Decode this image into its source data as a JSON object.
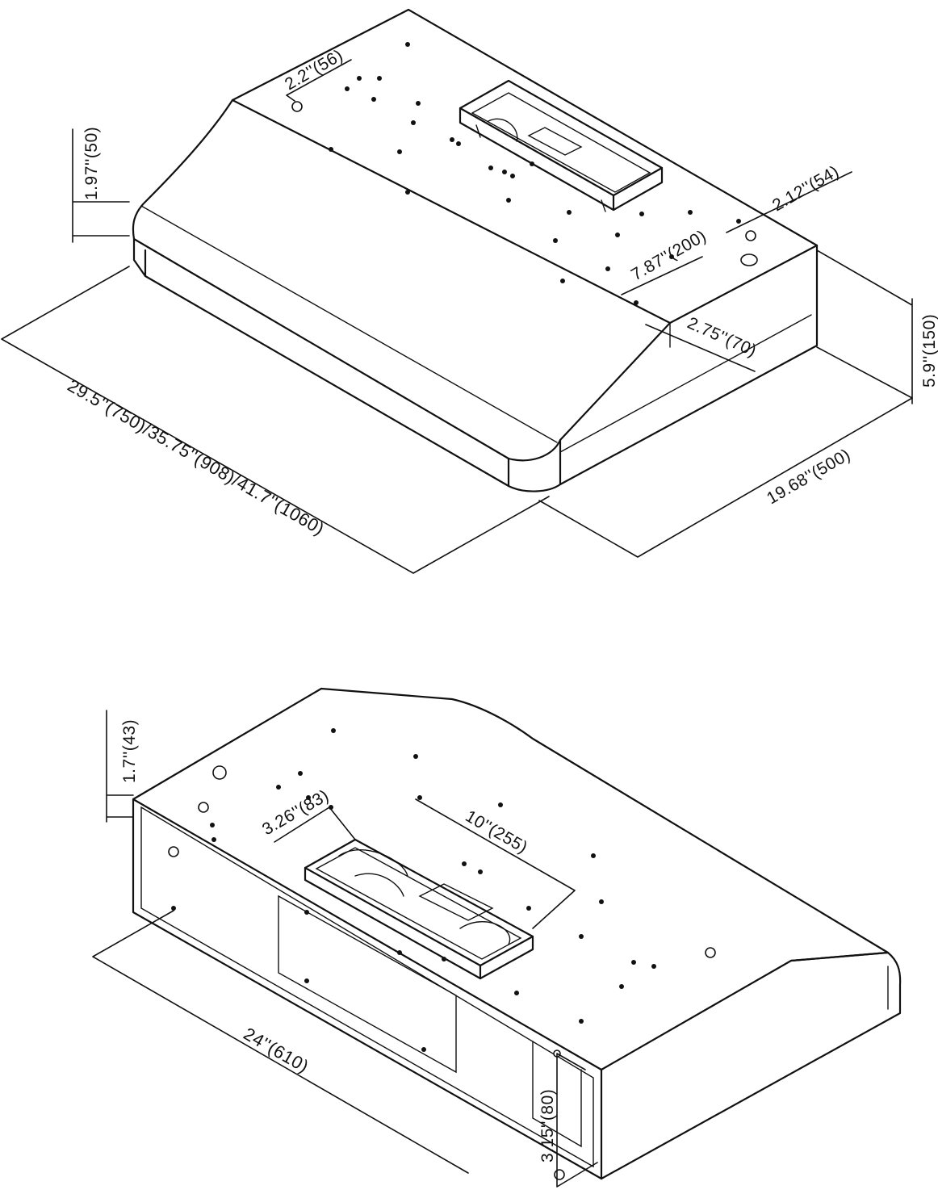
{
  "top_view": {
    "dimensions": {
      "width": "29.5''(750)/35.75''(908)/41.7''(1060)",
      "depth": "19.68''(500)",
      "height": "5.9''(150)",
      "front_height": "1.97''(50)",
      "rear_hole_offset": "2.2''(56)",
      "side_hole_offset": "2.12''(54)",
      "duct_offset": "7.87''(200)",
      "duct_depth_offset": "2.75''(70)"
    }
  },
  "bottom_view": {
    "dimensions": {
      "width": "24''(610)",
      "front_height": "1.7''(43)",
      "duct_offset": "3.26''(83)",
      "duct_width": "10''(255)",
      "side_height": "3.15''(80)"
    }
  }
}
